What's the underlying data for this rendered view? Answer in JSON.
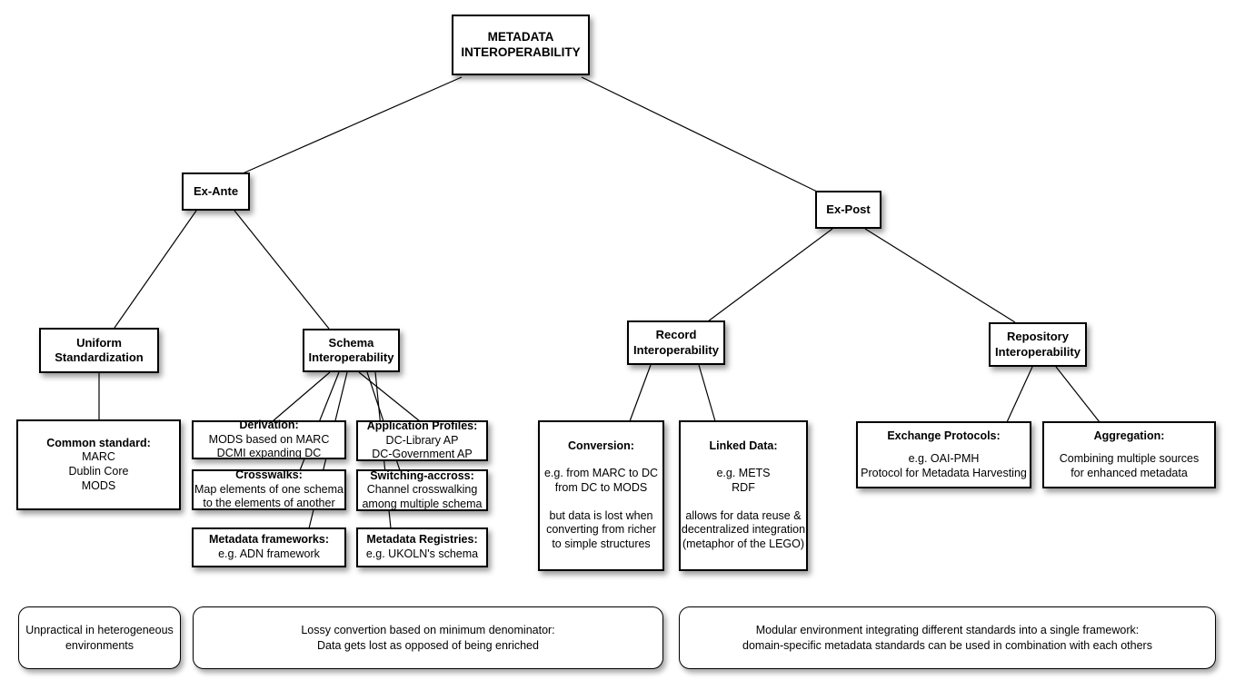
{
  "nodes": {
    "root": {
      "title": "METADATA\nINTEROPERABILITY"
    },
    "ex_ante": {
      "title": "Ex-Ante"
    },
    "ex_post": {
      "title": "Ex-Post"
    },
    "uniform_standardization": {
      "title": "Uniform\nStandardization"
    },
    "schema_interoperability": {
      "title": "Schema\nInteroperability"
    },
    "record_interoperability": {
      "title": "Record\nInteroperability"
    },
    "repository_interoperability": {
      "title": "Repository\nInteroperability"
    },
    "common_standard": {
      "title": "Common standard:",
      "body": "MARC\nDublin Core\nMODS"
    },
    "derivation": {
      "title": "Derivation:",
      "body": "MODS based on MARC\nDCMI expanding DC"
    },
    "application_profiles": {
      "title": "Application Profiles:",
      "body": "DC-Library AP\nDC-Government AP"
    },
    "crosswalks": {
      "title": "Crosswalks:",
      "body": "Map elements of one schema\nto the elements of another"
    },
    "switching_accross": {
      "title": "Switching-accross:",
      "body": "Channel crosswalking\namong multiple schema"
    },
    "metadata_frameworks": {
      "title": "Metadata frameworks:",
      "body": "e.g. ADN framework"
    },
    "metadata_registries": {
      "title": "Metadata Registries:",
      "body": "e.g. UKOLN's schema"
    },
    "conversion": {
      "title": "Conversion:",
      "body": "e.g. from MARC to DC\nfrom DC to MODS\n\nbut data is lost when\nconverting from richer\nto simple structures"
    },
    "linked_data": {
      "title": "Linked Data:",
      "body": "e.g. METS\nRDF\n\nallows for data reuse &\ndecentralized integration\n(metaphor of the LEGO)"
    },
    "exchange_protocols": {
      "title": "Exchange Protocols:",
      "body": "e.g. OAI-PMH\nProtocol for Metadata Harvesting"
    },
    "aggregation": {
      "title": "Aggregation:",
      "body": "Combining multiple sources\nfor enhanced metadata"
    }
  },
  "notes": {
    "uniform_note": {
      "text": "Unpractical in heterogeneous\nenvironments"
    },
    "schema_note": {
      "text": "Lossy convertion based on minimum denominator:\nData gets lost as opposed of being enriched"
    },
    "ex_post_note": {
      "text": "Modular environment integrating different standards into a single framework:\ndomain-specific metadata standards can be used in combination with each others"
    }
  },
  "colors": {
    "background": "#ffffff",
    "box_fill": "#ffffff",
    "box_border": "#000000",
    "line": "#000000"
  }
}
